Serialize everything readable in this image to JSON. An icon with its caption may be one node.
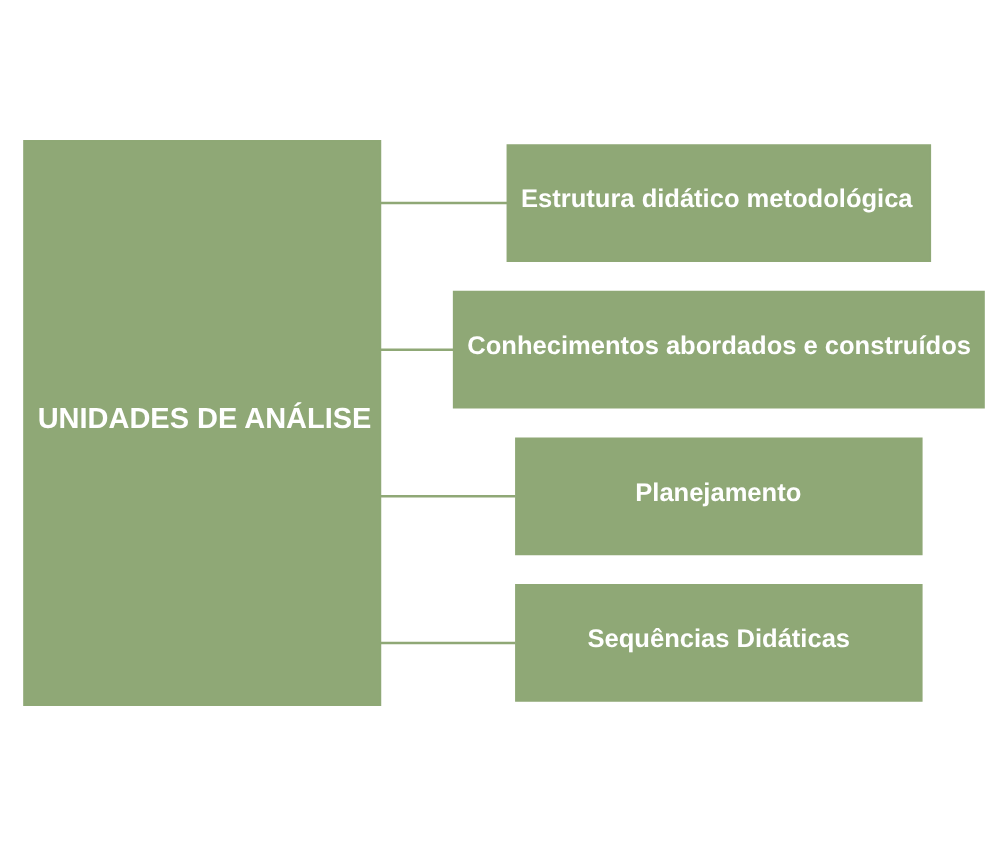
{
  "diagram": {
    "nodes": [
      {
        "text": [
          "UNIDADES DE ANÁLISE"
        ]
      },
      {
        "text": [
          "Estrutura didático metodológica"
        ]
      },
      {
        "text": [
          "Conhecimentos abordados e construídos"
        ]
      },
      {
        "text": [
          "Planejamento"
        ]
      },
      {
        "text": [
          "Sequências Didáticas"
        ]
      }
    ],
    "edges": [
      {
        "from": 0,
        "to": 1,
        "arrow": "none"
      },
      {
        "from": 0,
        "to": 2,
        "arrow": "none"
      },
      {
        "from": 0,
        "to": 3,
        "arrow": "none"
      },
      {
        "from": 0,
        "to": 4,
        "arrow": "none"
      }
    ]
  }
}
